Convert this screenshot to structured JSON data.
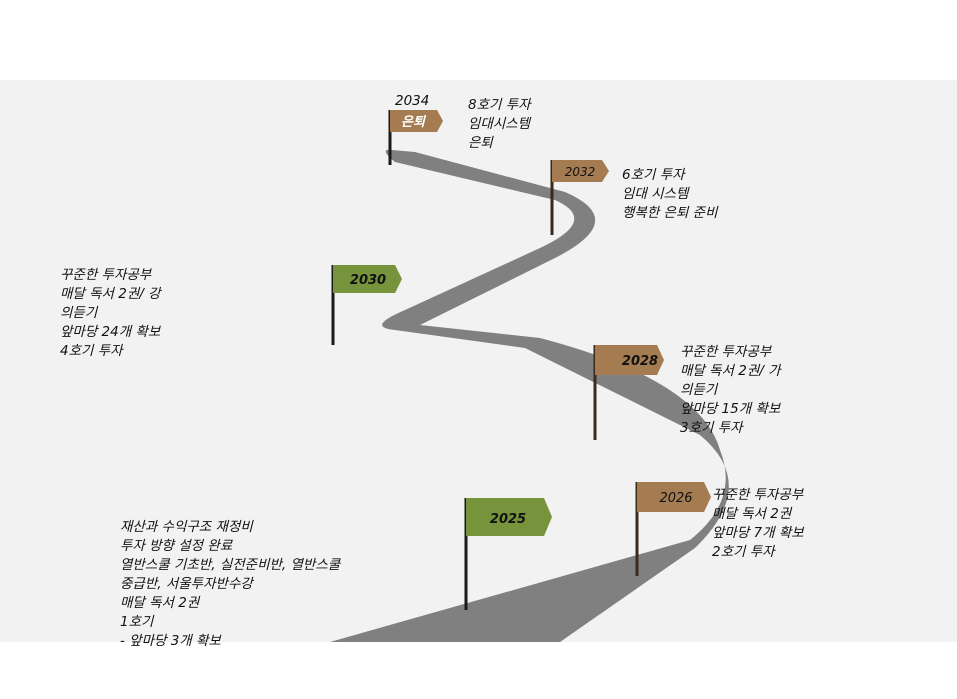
{
  "milestones": {
    "m2025": {
      "year": "2025",
      "color": "#77933c",
      "note": "재산과 수익구조 재정비\n투자 방향 설정 완료\n열반스쿨 기초반, 실전준비반, 열반스쿨\n중급반, 서울투자반수강\n매달 독서 2권\n 1호기\n- 앞마당 3개 확보"
    },
    "m2026": {
      "year": "2026",
      "color": "#a57c52",
      "note": "꾸준한 투자공부\n매달 독서 2권\n앞마당 7개 확보\n2호기 투자"
    },
    "m2028": {
      "year": "2028",
      "color": "#a57c52",
      "note": "꾸준한 투자공부\n매달 독서 2권/ 가\n의듣기\n앞마당 15개 확보\n3호기 투자"
    },
    "m2030": {
      "year": "2030",
      "color": "#77933c",
      "note": "꾸준한 투자공부\n매달 독서 2권/ 강\n의듣기\n앞마당 24개 확보\n4호기 투자"
    },
    "m2032": {
      "year": "2032",
      "color": "#a57c52",
      "note": "6호기 투자\n임대 시스템\n행복한 은퇴 준비"
    },
    "m2034": {
      "year": "2034",
      "flag_label": "은퇴",
      "color": "#a57c52",
      "note": "8호기 투자\n임대시스템\n은퇴"
    }
  },
  "colors": {
    "road": "#808080",
    "background": "#f2f2f2",
    "pole": "#1a1a1a"
  }
}
